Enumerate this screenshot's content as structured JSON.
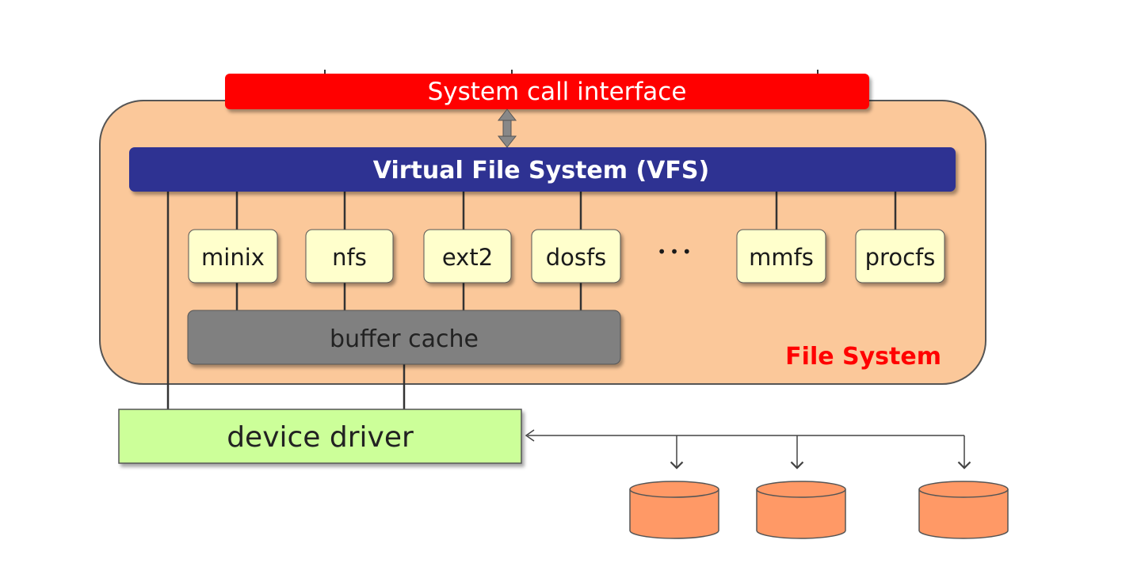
{
  "diagram": {
    "syscall_label": "System call interface",
    "vfs_label": "Virtual File System (VFS)",
    "filesystems": [
      "minix",
      "nfs",
      "ext2",
      "dosfs",
      "mmfs",
      "procfs"
    ],
    "ellipsis": "•••",
    "buffer_cache_label": "buffer cache",
    "file_system_label": "File System",
    "device_driver_label": "device driver",
    "disk_count": 3
  },
  "colors": {
    "syscall_bar": "#ff0000",
    "vfs_bar": "#2e3192",
    "file_system_container": "#fbc89a",
    "fs_box": "#ffffcc",
    "buffer_cache": "#808080",
    "device_driver": "#ccff99",
    "disk": "#ff9966",
    "file_system_text": "#ff0000"
  }
}
